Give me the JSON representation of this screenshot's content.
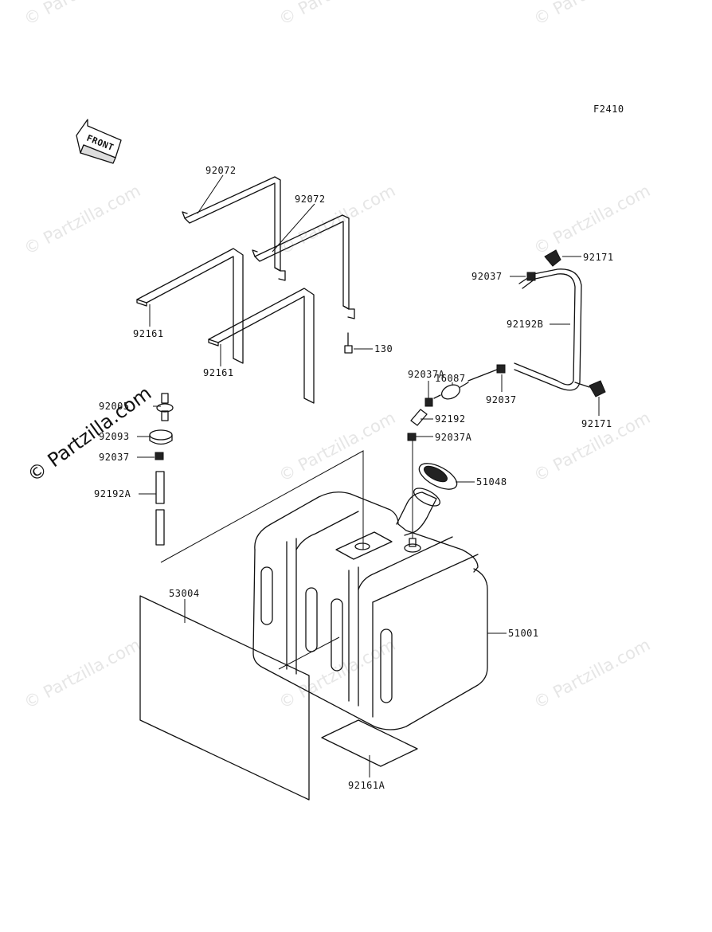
{
  "diagram_code": "F2410",
  "front_arrow_label": "FRONT",
  "watermark_text": "© Partzilla.com",
  "parts": {
    "p92072a": "92072",
    "p92072b": "92072",
    "p92161a": "92161",
    "p92161b": "92161",
    "p130": "130",
    "p92171a": "92171",
    "p92037a": "92037",
    "p92192b": "92192B",
    "p16087": "16087",
    "p92037A1": "92037A",
    "p92037b": "92037",
    "p92171b": "92171",
    "p92192": "92192",
    "p92037A2": "92037A",
    "p92005": "92005",
    "p92093": "92093",
    "p92037c": "92037",
    "p92192A": "92192A",
    "p51048": "51048",
    "p53004": "53004",
    "p51001": "51001",
    "p92161A": "92161A"
  }
}
